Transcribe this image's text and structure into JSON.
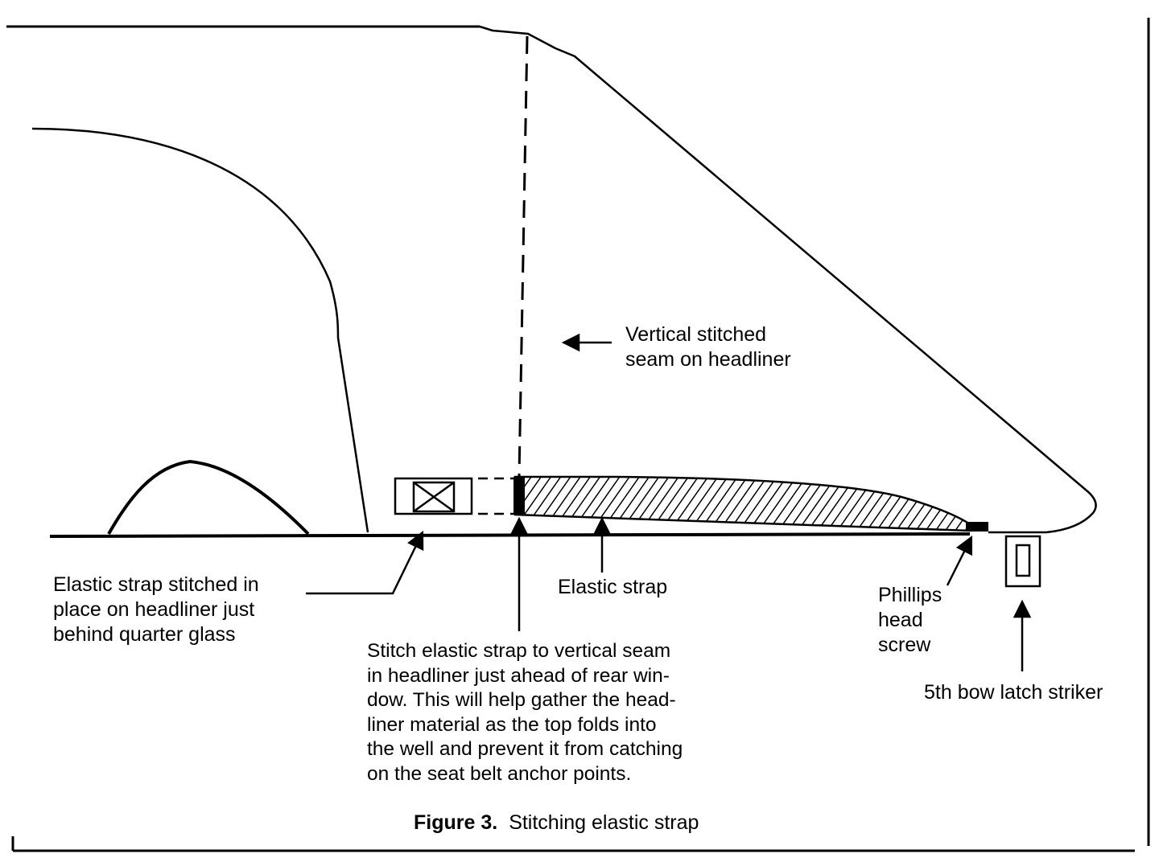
{
  "labels": {
    "vertical_seam": [
      "Vertical stitched",
      "seam on headliner"
    ],
    "strap_stitched": [
      "Elastic strap stitched in",
      "place on headliner just",
      "behind quarter glass"
    ],
    "elastic_strap": "Elastic strap",
    "phillips": [
      "Phillips",
      "head",
      "screw"
    ],
    "latch_striker": "5th bow latch striker",
    "instructions": [
      "Stitch elastic strap to vertical seam",
      "in headliner just ahead of rear win-",
      "dow.  This will help gather the head-",
      "liner material as the top folds into",
      "the well and prevent it from catching",
      "on the seat belt anchor points."
    ]
  },
  "caption": {
    "number": "Figure 3.",
    "text": "Stitching elastic strap"
  },
  "colors": {
    "ink": "#000000",
    "paper": "#ffffff"
  }
}
